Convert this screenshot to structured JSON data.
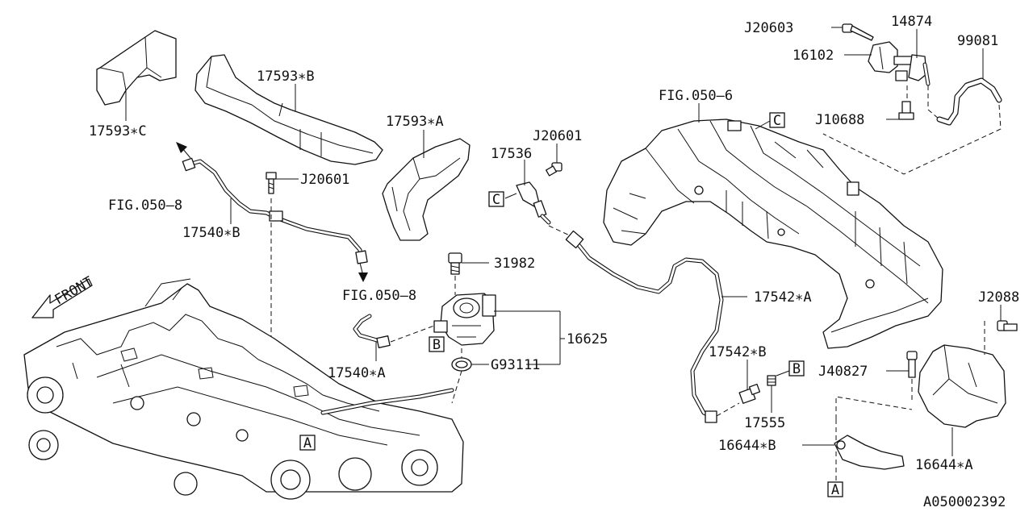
{
  "diagram": {
    "drawing_code": "A050002392",
    "front_label": "FRONT",
    "labels": {
      "p17593c": "17593∗C",
      "p17593b": "17593∗B",
      "p17593a": "17593∗A",
      "j20601_left": "J20601",
      "j20601_mid": "J20601",
      "fig0508_top": "FIG.050–8",
      "fig0508_mid": "FIG.050–8",
      "p17540b": "17540∗B",
      "p17540a": "17540∗A",
      "p17536": "17536",
      "p31982": "31982",
      "p16625": "16625",
      "g93111": "G93111",
      "j20603": "J20603",
      "p14874": "14874",
      "p16102": "16102",
      "p99081": "99081",
      "fig0506": "FIG.050–6",
      "j10688": "J10688",
      "p17542a": "17542∗A",
      "p17542b": "17542∗B",
      "p17555": "17555",
      "j2088": "J2088",
      "j40827": "J40827",
      "p16644b": "16644∗B",
      "p16644a": "16644∗A"
    },
    "callouts": {
      "a_engine": "A",
      "a_bottom": "A",
      "b_pump": "B",
      "b_right": "B",
      "c_left": "C",
      "c_right": "C"
    }
  }
}
